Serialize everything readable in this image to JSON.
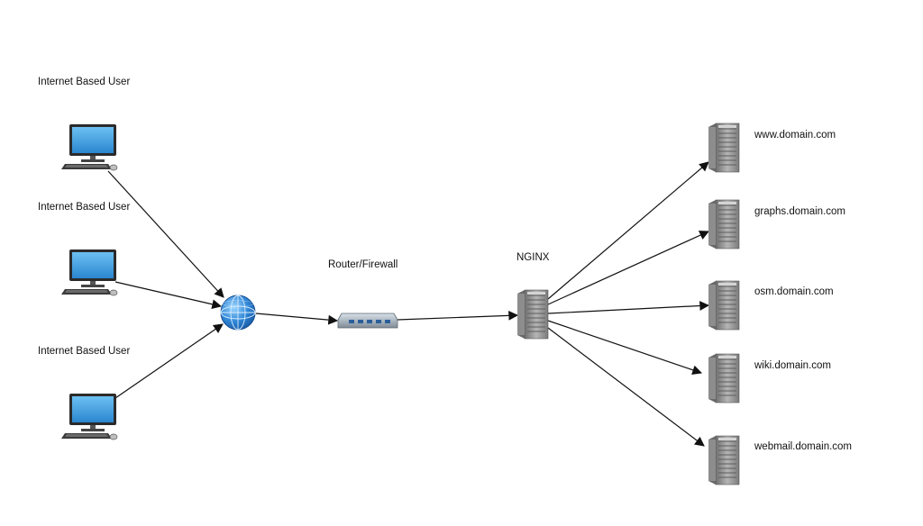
{
  "users": [
    {
      "label": "Internet Based User",
      "icon": "desktop-computer-icon"
    },
    {
      "label": "Internet Based User",
      "icon": "desktop-computer-icon"
    },
    {
      "label": "Internet Based User",
      "icon": "desktop-computer-icon"
    }
  ],
  "internet": {
    "icon": "globe-icon"
  },
  "router": {
    "label": "Router/Firewall",
    "icon": "router-icon"
  },
  "proxy": {
    "label": "NGINX",
    "icon": "server-tower-icon"
  },
  "backends": [
    {
      "label": "www.domain.com",
      "icon": "server-tower-icon"
    },
    {
      "label": "graphs.domain.com",
      "icon": "server-tower-icon"
    },
    {
      "label": "osm.domain.com",
      "icon": "server-tower-icon"
    },
    {
      "label": "wiki.domain.com",
      "icon": "server-tower-icon"
    },
    {
      "label": "webmail.domain.com",
      "icon": "server-tower-icon"
    }
  ],
  "colors": {
    "monitor_screen": "#3a9ad9",
    "server_body": "#8c8c8c",
    "globe": "#2f86d6",
    "connector": "#111111"
  }
}
